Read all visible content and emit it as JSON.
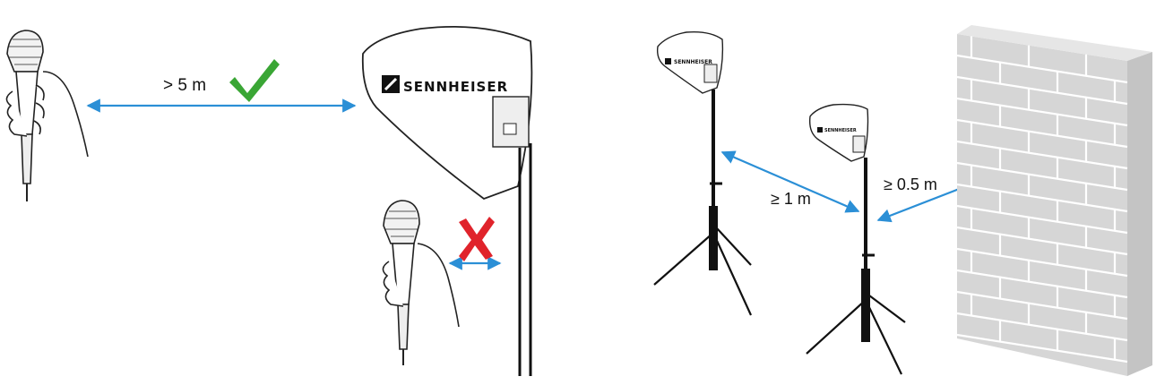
{
  "labels": {
    "far_distance": "> 5 m",
    "antenna_spacing": "≥ 1 m",
    "wall_distance": "≥ 0.5 m"
  },
  "brand": {
    "name": "SENNHEISER"
  },
  "colors": {
    "arrow": "#2b8fd6",
    "check": "#3aa635",
    "cross": "#e0232b",
    "wall": "#d9d9d9",
    "wall_mortar": "#ffffff",
    "stand": "#111111"
  },
  "icons": {
    "ok": "check-mark-icon",
    "not_ok": "cross-mark-icon"
  }
}
